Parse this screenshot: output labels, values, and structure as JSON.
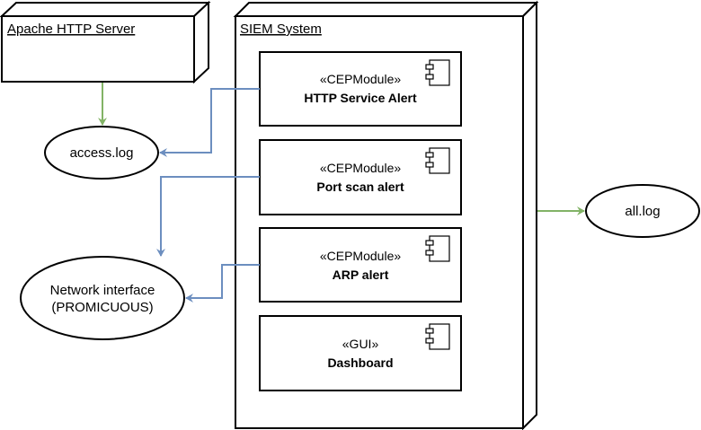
{
  "nodes": {
    "apache": {
      "title": "Apache HTTP Server"
    },
    "siem": {
      "title": "SIEM System"
    },
    "http_alert": {
      "stereotype": "«CEPModule»",
      "name": "HTTP Service Alert"
    },
    "port_scan": {
      "stereotype": "«CEPModule»",
      "name": "Port scan alert"
    },
    "arp_alert": {
      "stereotype": "«CEPModule»",
      "name": "ARP alert"
    },
    "dashboard": {
      "stereotype": "«GUI»",
      "name": "Dashboard"
    },
    "access_log": {
      "label": "access.log"
    },
    "network_interface": {
      "line1": "Network interface",
      "line2": "(PROMICUOUS)"
    },
    "all_log": {
      "label": "all.log"
    }
  },
  "colors": {
    "green_arrow": "#82b366",
    "blue_arrow": "#6c8ebf",
    "stroke": "#000000"
  }
}
